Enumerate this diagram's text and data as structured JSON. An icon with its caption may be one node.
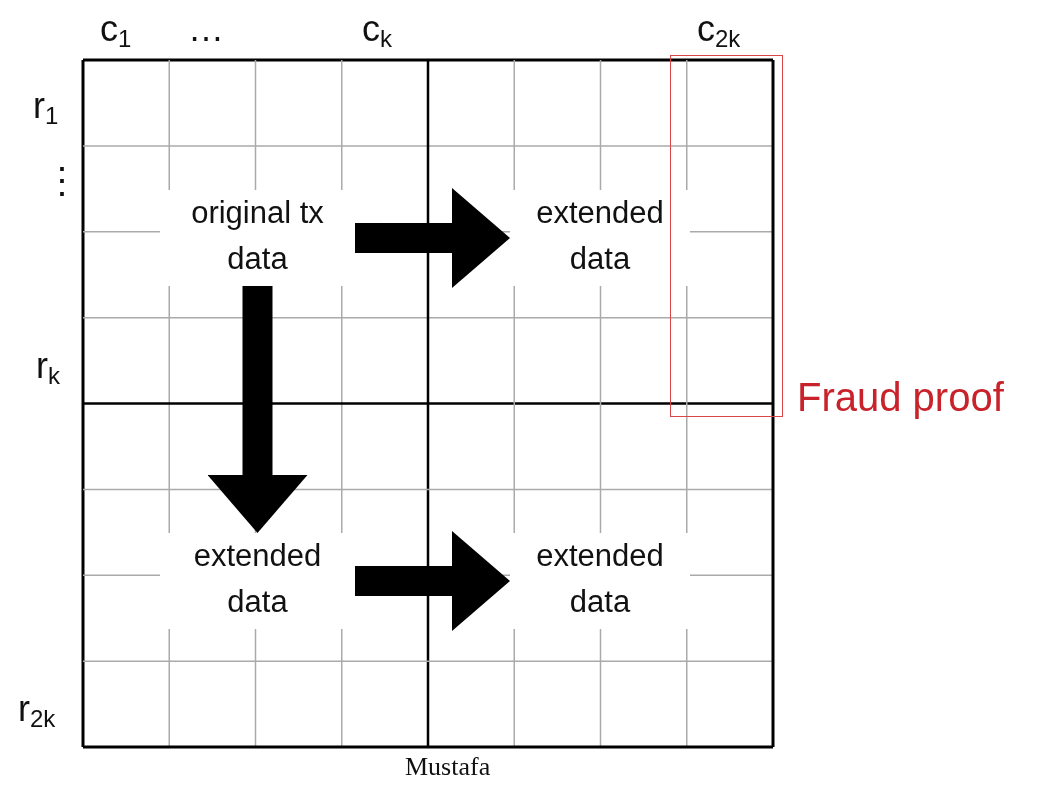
{
  "diagram": {
    "caption": "Mustafa",
    "nodes": [
      {
        "text": [
          "original tx data"
        ]
      },
      {
        "text": [
          "extended data"
        ]
      },
      {
        "text": [
          "extended data"
        ]
      },
      {
        "text": [
          "extended data"
        ]
      },
      {
        "text": [],
        "shape": "box",
        "beside": [
          "Fraud proof"
        ]
      }
    ],
    "edges": [
      {
        "from": 0,
        "to": 1,
        "arrow": "to"
      },
      {
        "from": 0,
        "to": 2,
        "arrow": "to"
      },
      {
        "from": 2,
        "to": 3,
        "arrow": "to"
      }
    ],
    "labels": [
      "c$_{1}$",
      "…",
      "c$_{k}$",
      "c$_{2k}$",
      "r$_{1}$",
      "⋮",
      "r$_{k}$",
      "r$_{2k}$"
    ]
  }
}
